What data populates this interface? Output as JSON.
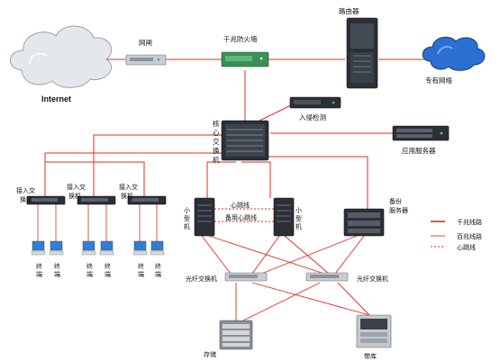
{
  "labels": {
    "internet": "Internet",
    "gateway": "网闸",
    "firewall": "千兆防火墙",
    "router": "路由器",
    "private_network": "专有网络",
    "ids": "入侵检测",
    "core_switch": "核心交换机",
    "app_server": "应用服务器",
    "access_switch": "接入交换机",
    "terminal": "终端",
    "minicomputer": "小型机",
    "heartbeat": "心跳线",
    "backup_heartbeat": "备用心跳线",
    "backup_server": "备份服务器",
    "fiber_switch": "光纤交换机",
    "storage": "存储",
    "tape": "带库"
  },
  "legend": [
    {
      "label": "千兆线路",
      "style": "solid",
      "color": "#e8281e"
    },
    {
      "label": "百兆线路",
      "style": "solid",
      "color": "#e8281e"
    },
    {
      "label": "心跳线",
      "style": "dotted",
      "color": "#e8281e"
    }
  ],
  "colors": {
    "link": "#e8281e",
    "core_link": "#e8281e",
    "cloud": "#dfe3ea",
    "private_cloud": "#2a6fd1"
  }
}
